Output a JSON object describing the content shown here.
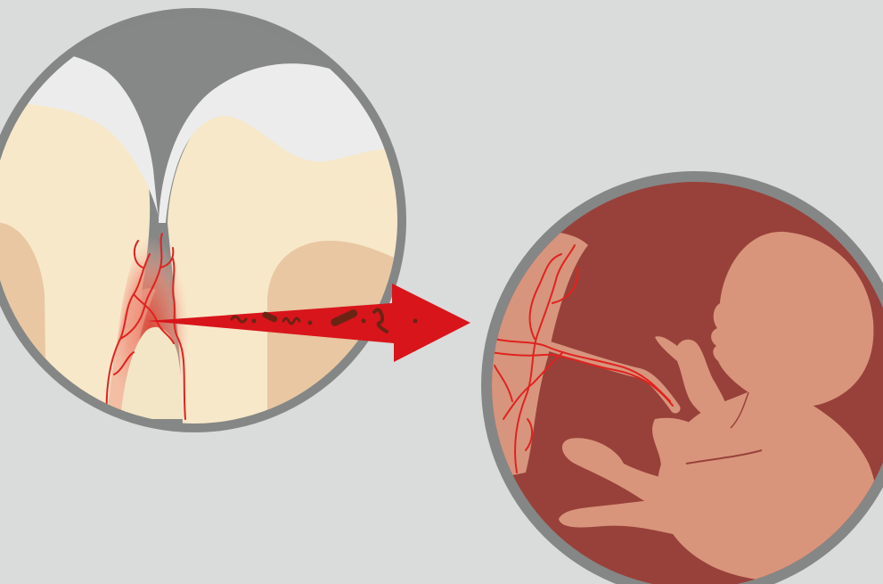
{
  "colors": {
    "background": "#d9dcda",
    "ring": "#858786",
    "enamel": "#eaeaea",
    "dentin": "#f7e8c9",
    "pulp": "#e8c7a2",
    "gum_inflamed": "#e35a4a",
    "vessel": "#e0231f",
    "arrow": "#d8151b",
    "bacteria": "#6b2414",
    "uterus": "#98413a",
    "fetus": "#d9957c",
    "placenta": "#d7957e"
  },
  "icons": [
    "tooth-gum-magnifier",
    "bacteria-transfer-arrow",
    "fetus-in-womb-magnifier"
  ]
}
